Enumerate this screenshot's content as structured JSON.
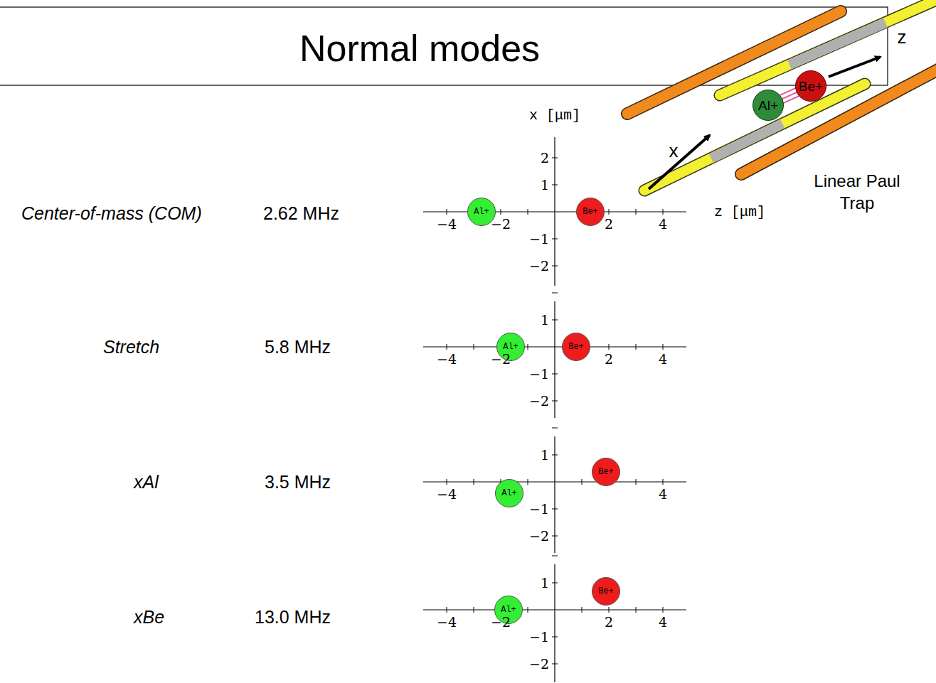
{
  "diagram": {
    "title": "Normal modes",
    "nodes": [
      {
        "text": [
          "Be+"
        ]
      },
      {
        "text": [
          "Al+"
        ]
      },
      {
        "text": [
          "Al+"
        ]
      },
      {
        "text": [
          "Be+"
        ]
      },
      {
        "text": [
          "Al+"
        ]
      },
      {
        "text": [
          "Be+"
        ]
      },
      {
        "text": [
          "Be+"
        ]
      },
      {
        "text": [
          "Al+"
        ]
      },
      {
        "text": [
          "Be+"
        ]
      },
      {
        "text": [
          "Al+"
        ]
      }
    ],
    "edges": [
      {
        "from": 0,
        "to": 1,
        "arrow": "none"
      }
    ],
    "labels": [
      "x [μm]",
      "z [μm]",
      "x",
      "z",
      "Linear Paul Trap",
      "Center-of-mass (COM)",
      "2.62 MHz",
      "2",
      "1",
      "−1",
      "−2",
      "−4",
      "−2",
      "2",
      "4",
      "Stretch",
      "5.8 MHz",
      "1",
      "−1",
      "−2",
      "−4",
      "−2",
      "2",
      "4",
      "xAl",
      "3.5 MHz",
      "1",
      "−1",
      "−2",
      "−4",
      "4",
      "xBe",
      "13.0 MHz",
      "1",
      "−1",
      "−2",
      "−4",
      "−2",
      "2",
      "4"
    ]
  }
}
